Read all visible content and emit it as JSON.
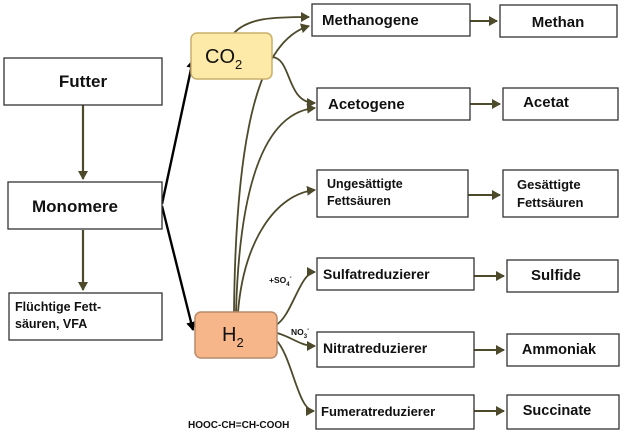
{
  "nodes": {
    "futter": "Futter",
    "monomere": "Monomere",
    "vfa_line1": "Flüchtige Fett-",
    "vfa_line2": "säuren, VFA",
    "co2_main": "CO",
    "co2_sub": "2",
    "h2_main": "H",
    "h2_sub": "2",
    "methanogene": "Methanogene",
    "methan": "Methan",
    "acetogene": "Acetogene",
    "acetat": "Acetat",
    "unges_line1": "Ungesättigte",
    "unges_line2": "Fettsäuren",
    "ges_line1": "Gesättigte",
    "ges_line2": "Fettsäuren",
    "sulfatreduzierer": "Sulfatreduzierer",
    "sulfide": "Sulfide",
    "nitratreduzierer": "Nitratreduzierer",
    "ammoniak": "Ammoniak",
    "fumeratreduzierer": "Fumeratreduzierer",
    "succinate": "Succinate"
  },
  "annotations": {
    "so4_prefix": "+SO",
    "so4_sub": "4",
    "so4_sup": "-",
    "no3_main": "NO",
    "no3_sub": "3",
    "no3_sup": "-",
    "fumarate_formula": "HOOC-CH=CH-COOH"
  },
  "colors": {
    "co2_fill": "#fde9a8",
    "co2_stroke": "#c9b06a",
    "h2_fill": "#f7b68a",
    "h2_stroke": "#b98a6a",
    "arrow_olive": "#4d4a2c",
    "arrow_black": "#000000"
  }
}
